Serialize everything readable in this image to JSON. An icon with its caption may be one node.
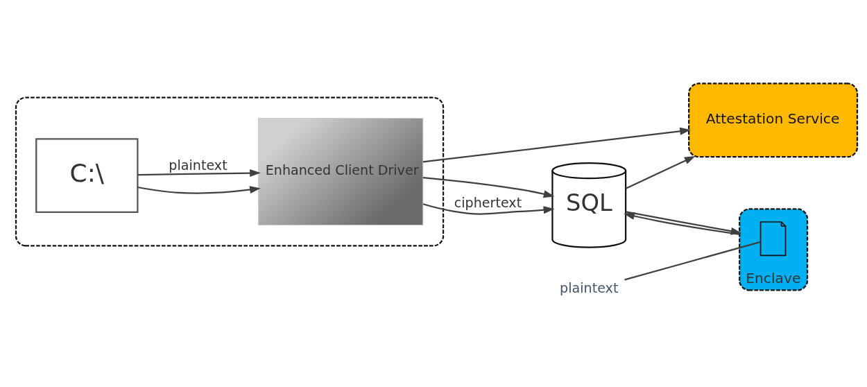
{
  "diagram": {
    "nodes": [
      {
        "text": [
          "Attestation Service"
        ]
      },
      {
        "text": [],
        "shape": "box"
      },
      {
        "text": [
          "C:\\"
        ],
        "in": 1
      },
      {
        "text": [
          "Enhanced Client Driver"
        ],
        "in": 1
      },
      {
        "text": [
          "SQL"
        ]
      },
      {
        "text": [
          "plaintext"
        ]
      },
      {
        "text": [
          "Enclave"
        ]
      },
      {
        "text": [],
        "shape": "picture",
        "in": 6
      }
    ],
    "edges": [
      {
        "from": 3,
        "to": 0,
        "arrow": "to"
      },
      {
        "from": 4,
        "to": 0,
        "arrow": "to"
      },
      {
        "from": 2,
        "to": 3,
        "arrow": "to"
      },
      {
        "from": 2,
        "to": 3,
        "arrow": "to",
        "label": "plaintext"
      },
      {
        "from": 3,
        "to": 4,
        "arrow": "to"
      },
      {
        "from": 3,
        "to": 4,
        "arrow": "to",
        "label": "ciphertext"
      },
      {
        "from": 4,
        "to": 6,
        "arrow": "to"
      },
      {
        "from": 6,
        "to": 4,
        "arrow": "to"
      },
      {
        "from": 5,
        "to": 7,
        "arrow": "none"
      }
    ]
  }
}
